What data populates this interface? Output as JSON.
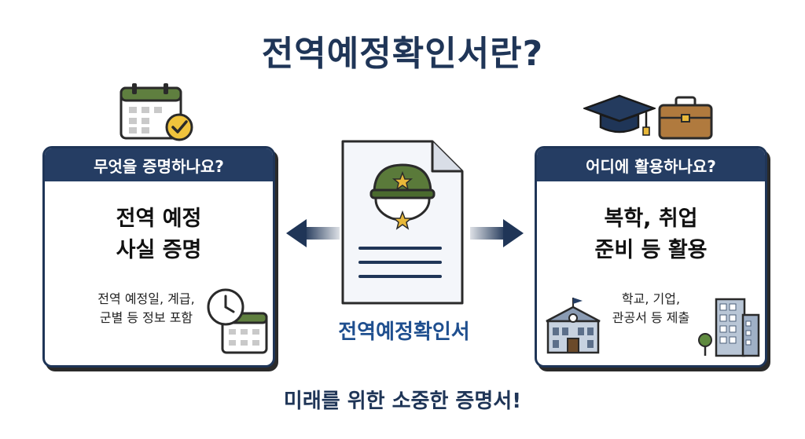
{
  "title": "전역예정확인서란?",
  "left_card": {
    "header": "무엇을 증명하나요?",
    "main_line1": "전역 예정",
    "main_line2": "사실 증명",
    "sub_line1": "전역 예정일, 계급,",
    "sub_line2": "군별 등 정보 포함"
  },
  "center": {
    "label": "전역예정확인서"
  },
  "right_card": {
    "header": "어디에 활용하나요?",
    "main_line1": "복학, 취업",
    "main_line2": "준비 등 활용",
    "sub_line1": "학교, 기업,",
    "sub_line2": "관공서 등 제출"
  },
  "footer": "미래를 위한 소중한 증명서!",
  "colors": {
    "navy": "#1f3557",
    "header_bg": "#253d63",
    "accent_blue": "#1f4f8f",
    "helmet_green": "#5a7a3a",
    "star_gold": "#e8b83a"
  }
}
